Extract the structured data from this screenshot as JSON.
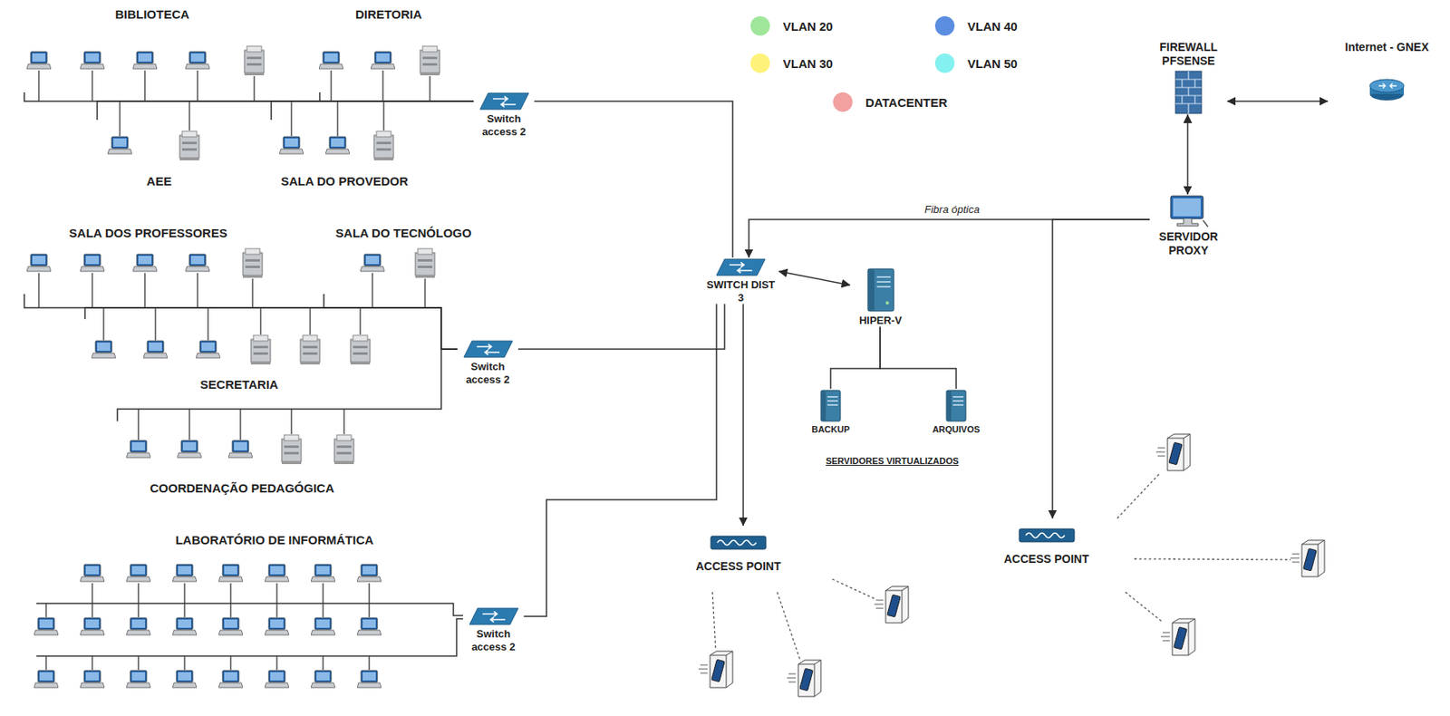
{
  "diagram": {
    "nodes": [
      {
        "text": [
          "BIBLIOTECA"
        ]
      },
      {
        "text": [
          "DIRETORIA"
        ]
      },
      {
        "text": [
          "AEE"
        ]
      },
      {
        "text": [
          "SALA DO PROVEDOR"
        ]
      },
      {
        "text": [
          "Switch access 2"
        ]
      },
      {
        "text": [
          "SALA DOS PROFESSORES"
        ]
      },
      {
        "text": [
          "SALA DO TECNÓLOGO"
        ]
      },
      {
        "text": [
          "SECRETARIA"
        ]
      },
      {
        "text": [
          "Switch access 2"
        ]
      },
      {
        "text": [
          "COORDENAÇÃO PEDAGÓGICA"
        ]
      },
      {
        "text": [
          "LABORATÓRIO DE INFORMÁTICA"
        ]
      },
      {
        "text": [
          "Switch access 2"
        ],
        "in": 10
      },
      {
        "text": [
          "SERVIDORES VIRTUALIZADOS"
        ]
      },
      {
        "text": [
          "SWITCH DIST 3"
        ],
        "in": 12
      },
      {
        "text": [
          "HIPER-V"
        ],
        "in": 12
      },
      {
        "text": [
          "BACKUP"
        ],
        "in": 12
      },
      {
        "text": [
          "ARQUIVOS"
        ],
        "in": 12
      },
      {
        "text": [
          "ACCESS POINT"
        ]
      },
      {
        "text": [
          "ACCESS POINT"
        ]
      },
      {
        "text": [
          "FIREWALL PFSENSE"
        ]
      },
      {
        "text": [
          "Internet - GNEX"
        ]
      },
      {
        "text": [
          "SERVIDOR PROXY"
        ]
      }
    ],
    "edges": [
      {
        "from": 0,
        "to": 4,
        "arrow": "none"
      },
      {
        "from": 1,
        "to": 4,
        "arrow": "none"
      },
      {
        "from": 2,
        "to": 4,
        "arrow": "none"
      },
      {
        "from": 3,
        "to": 4,
        "arrow": "none"
      },
      {
        "from": 5,
        "to": 8,
        "arrow": "none"
      },
      {
        "from": 6,
        "to": 8,
        "arrow": "none"
      },
      {
        "from": 7,
        "to": 8,
        "arrow": "none"
      },
      {
        "from": 9,
        "to": 8,
        "arrow": "none"
      },
      {
        "from": 4,
        "to": 13,
        "arrow": "none"
      },
      {
        "from": 8,
        "to": 13,
        "arrow": "none"
      },
      {
        "from": 11,
        "to": 13,
        "arrow": "none"
      },
      {
        "from": 13,
        "to": 14,
        "arrow": "both"
      },
      {
        "from": 14,
        "to": 15,
        "arrow": "none"
      },
      {
        "from": 14,
        "to": 16,
        "arrow": "none"
      },
      {
        "from": 13,
        "to": 17,
        "arrow": "to"
      },
      {
        "from": 21,
        "to": 13,
        "label": "Fibra óptica",
        "arrow": "to"
      },
      {
        "from": 21,
        "to": 18,
        "arrow": "to"
      },
      {
        "from": 19,
        "to": 21,
        "arrow": "both"
      },
      {
        "from": 19,
        "to": 20,
        "arrow": "both"
      }
    ],
    "legend": [
      {
        "text": "VLAN 20",
        "color": "#9fe69a"
      },
      {
        "text": "VLAN 40",
        "color": "#5b8ee0"
      },
      {
        "text": "VLAN 30",
        "color": "#fff27a"
      },
      {
        "text": "VLAN 50",
        "color": "#84f0f0"
      },
      {
        "text": "DATACENTER",
        "color": "#f2a0a0"
      }
    ]
  }
}
